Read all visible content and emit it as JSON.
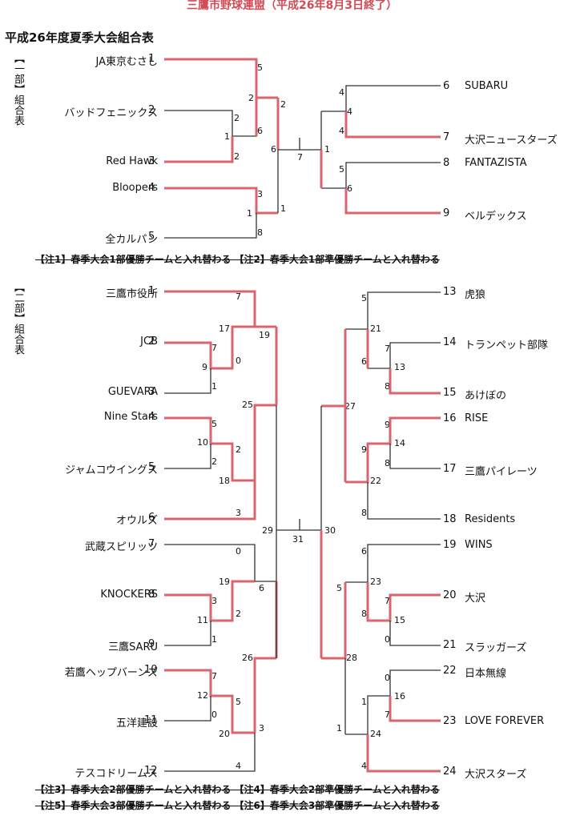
{
  "title": "三鷹市野球連盟（平成26年8月3日終了）",
  "subtitle": "平成26年度夏季大会組合表",
  "divisions": [
    {
      "id": "div1",
      "side_label": "【一部】組合表",
      "left_teams": [
        {
          "seed": "1",
          "name": "JA東京むさし"
        },
        {
          "seed": "2",
          "name": "バッドフェニックス"
        },
        {
          "seed": "3",
          "name": "Red Hawk"
        },
        {
          "seed": "4",
          "name": "Bloopers"
        },
        {
          "seed": "5",
          "name": "全カルパン"
        }
      ],
      "right_teams": [
        {
          "seed": "6",
          "name": "SUBARU"
        },
        {
          "seed": "7",
          "name": "大沢ニュースターズ"
        },
        {
          "seed": "8",
          "name": "FANTAZISTA"
        },
        {
          "seed": "9",
          "name": "ベルデックス"
        }
      ],
      "notes": "【注1】春季大会1部優勝チームと入れ替わる 【注2】春季大会1部準優勝チームと入れ替わる"
    },
    {
      "id": "div2",
      "side_label": "【二部】組合表",
      "left_teams": [
        {
          "seed": "1",
          "name": "三鷹市役所"
        },
        {
          "seed": "2",
          "name": "JCB"
        },
        {
          "seed": "3",
          "name": "GUEVARA"
        },
        {
          "seed": "4",
          "name": "Nine Stars"
        },
        {
          "seed": "5",
          "name": "ジャムコウイングス"
        },
        {
          "seed": "6",
          "name": "オウルズ"
        },
        {
          "seed": "7",
          "name": "武蔵スピリッツ"
        },
        {
          "seed": "8",
          "name": "KNOCKERS"
        },
        {
          "seed": "9",
          "name": "三鷹SARU"
        },
        {
          "seed": "10",
          "name": "若鷹ヘップバーンズ"
        },
        {
          "seed": "11",
          "name": "五洋建設"
        },
        {
          "seed": "12",
          "name": "テスコドリームス"
        }
      ],
      "right_teams": [
        {
          "seed": "13",
          "name": "虎狼"
        },
        {
          "seed": "14",
          "name": "トランペット部隊"
        },
        {
          "seed": "15",
          "name": "あけぼの"
        },
        {
          "seed": "16",
          "name": "RISE"
        },
        {
          "seed": "17",
          "name": "三鷹パイレーツ"
        },
        {
          "seed": "18",
          "name": "Residents"
        },
        {
          "seed": "19",
          "name": "WINS"
        },
        {
          "seed": "20",
          "name": "大沢"
        },
        {
          "seed": "21",
          "name": "スラッガーズ"
        },
        {
          "seed": "22",
          "name": "日本無線"
        },
        {
          "seed": "23",
          "name": "LOVE FOREVER"
        },
        {
          "seed": "24",
          "name": "大沢スターズ"
        }
      ],
      "notes": [
        "【注3】春季大会2部優勝チームと入れ替わる 【注4】春季大会2部準優勝チームと入れ替わる",
        "【注5】春季大会3部優勝チームと入れ替わる 【注6】春季大会3部準優勝チームと入れ替わる"
      ]
    }
  ],
  "scores": {
    "d1": [
      "5",
      "2",
      "2",
      "2",
      "1",
      "6",
      "6",
      "2",
      "3",
      "1",
      "1",
      "8",
      "7",
      "1",
      "4",
      "4",
      "4",
      "5",
      "6"
    ],
    "d2": [
      "7",
      "17",
      "19",
      "7",
      "9",
      "0",
      "1",
      "5",
      "10",
      "2",
      "2",
      "18",
      "3",
      "25",
      "29",
      "31",
      "30",
      "0",
      "19",
      "6",
      "3",
      "11",
      "2",
      "1",
      "7",
      "12",
      "5",
      "0",
      "20",
      "3",
      "4",
      "26",
      "5",
      "21",
      "6",
      "13",
      "7",
      "8",
      "27",
      "9",
      "9",
      "14",
      "22",
      "8",
      "8",
      "6",
      "23",
      "5",
      "7",
      "8",
      "15",
      "0",
      "28",
      "0",
      "1",
      "16",
      "7",
      "1",
      "24",
      "4"
    ]
  },
  "colors": {
    "winner_line": "#d9656e",
    "normal_line": "#333333",
    "title": "#d24b55"
  }
}
